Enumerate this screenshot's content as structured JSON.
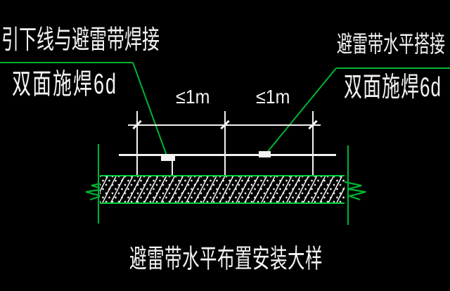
{
  "drawing": {
    "kind": "cad-detail-drawing",
    "background_color": "#000000",
    "construction_line_color": "#00b432",
    "drawing_line_color": "#f2f2f2",
    "annotations": {
      "top_left": {
        "line1": "引下线与避雷带焊接",
        "line2": "双面施焊6d"
      },
      "top_right": {
        "line1": "避雷带水平搭接",
        "line2": "双面施焊6d"
      }
    },
    "dimensions": {
      "left_spacing": "≤1m",
      "right_spacing": "≤1m"
    },
    "title": "避雷带水平布置安装大样"
  }
}
